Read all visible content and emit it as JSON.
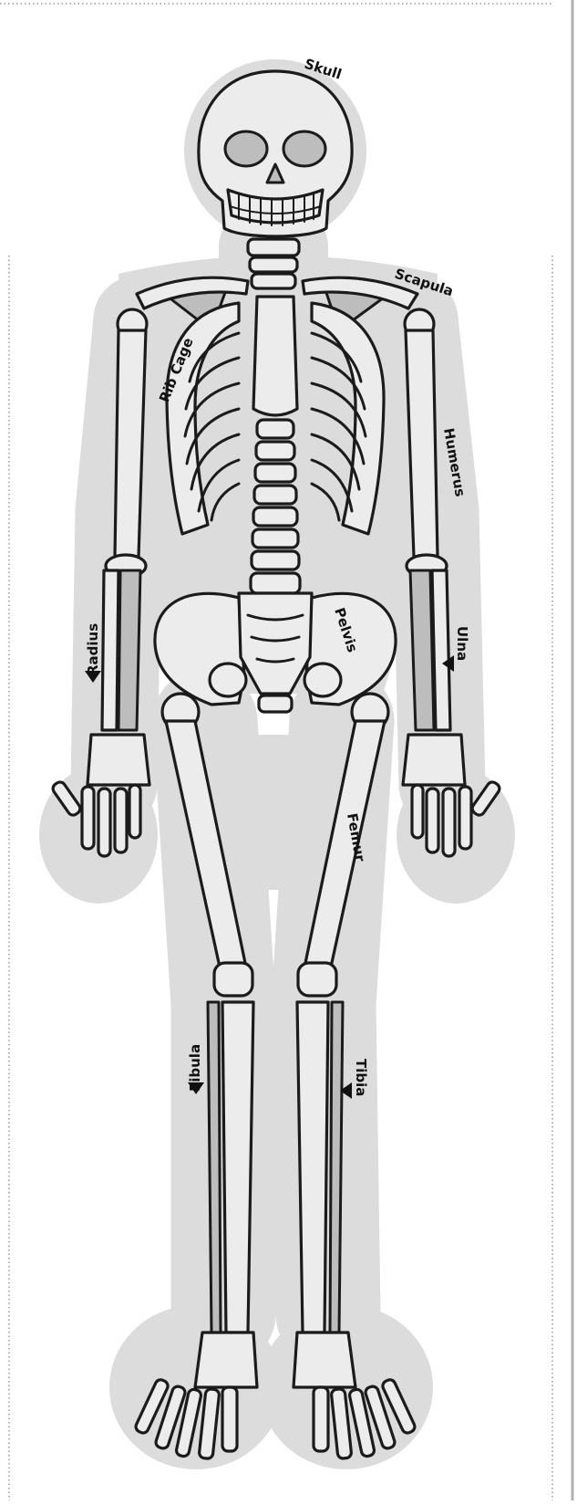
{
  "labels": {
    "skull": "Skull",
    "scapula": "Scapula",
    "rib_cage": "Rib Cage",
    "humerus": "Humerus",
    "ulna": "Ulna",
    "radius": "Radius",
    "pelvis": "Pelvis",
    "femur": "Femur",
    "fibula": "Fibula",
    "tibia": "Tibia"
  },
  "colors": {
    "halo": "#dcdcdc",
    "bone_fill": "#ececec",
    "shaded": "#bdbdbd",
    "outline": "#1b1b1b",
    "frame_dots": "#9a9a9a"
  }
}
